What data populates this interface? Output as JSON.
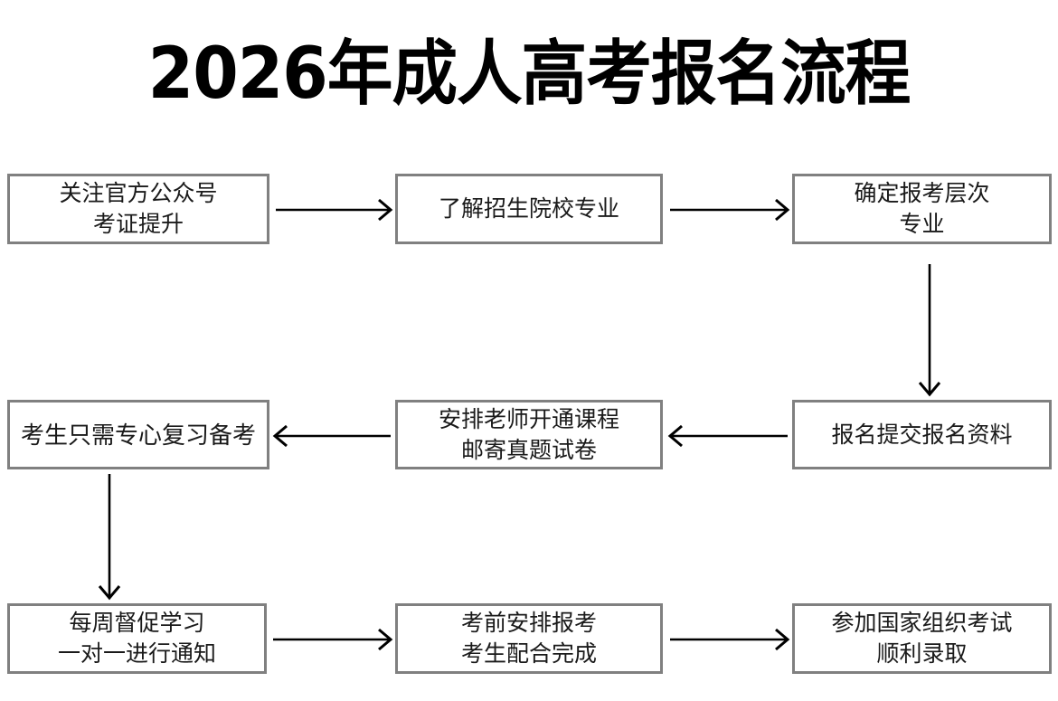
{
  "page": {
    "title": "2026年成人高考报名流程",
    "background_color": "#ffffff",
    "box_border_color": "#808080",
    "box_fill_color": "#ffffff",
    "arrow_color": "#000000",
    "text_color": "#1a1a1a"
  },
  "flowchart": {
    "type": "process-flow",
    "rows": 3,
    "columns": 3,
    "nodes": [
      {
        "id": "node-1",
        "order": 1,
        "lines": [
          "关注官方公众号",
          "考证提升"
        ]
      },
      {
        "id": "node-2",
        "order": 2,
        "lines": [
          "了解招生院校专业"
        ]
      },
      {
        "id": "node-3",
        "order": 3,
        "lines": [
          "确定报考层次",
          "专业"
        ]
      },
      {
        "id": "node-4",
        "order": 4,
        "lines": [
          "报名提交报名资料"
        ]
      },
      {
        "id": "node-5",
        "order": 5,
        "lines": [
          "安排老师开通课程",
          "邮寄真题试卷"
        ]
      },
      {
        "id": "node-6",
        "order": 6,
        "lines": [
          "考生只需专心复习备考"
        ]
      },
      {
        "id": "node-7",
        "order": 7,
        "lines": [
          "每周督促学习",
          "一对一进行通知"
        ]
      },
      {
        "id": "node-8",
        "order": 8,
        "lines": [
          "考前安排报考",
          "考生配合完成"
        ]
      },
      {
        "id": "node-9",
        "order": 9,
        "lines": [
          "参加国家组织考试",
          "顺利录取"
        ]
      }
    ],
    "connectors": [
      {
        "id": "arrow-1-2",
        "from": "node-1",
        "to": "node-2",
        "direction": "right"
      },
      {
        "id": "arrow-2-3",
        "from": "node-2",
        "to": "node-3",
        "direction": "right"
      },
      {
        "id": "arrow-3-4",
        "from": "node-3",
        "to": "node-4",
        "direction": "down"
      },
      {
        "id": "arrow-4-5",
        "from": "node-4",
        "to": "node-5",
        "direction": "left"
      },
      {
        "id": "arrow-5-6",
        "from": "node-5",
        "to": "node-6",
        "direction": "left"
      },
      {
        "id": "arrow-6-7",
        "from": "node-6",
        "to": "node-7",
        "direction": "down"
      },
      {
        "id": "arrow-7-8",
        "from": "node-7",
        "to": "node-8",
        "direction": "right"
      },
      {
        "id": "arrow-8-9",
        "from": "node-8",
        "to": "node-9",
        "direction": "right"
      }
    ]
  }
}
